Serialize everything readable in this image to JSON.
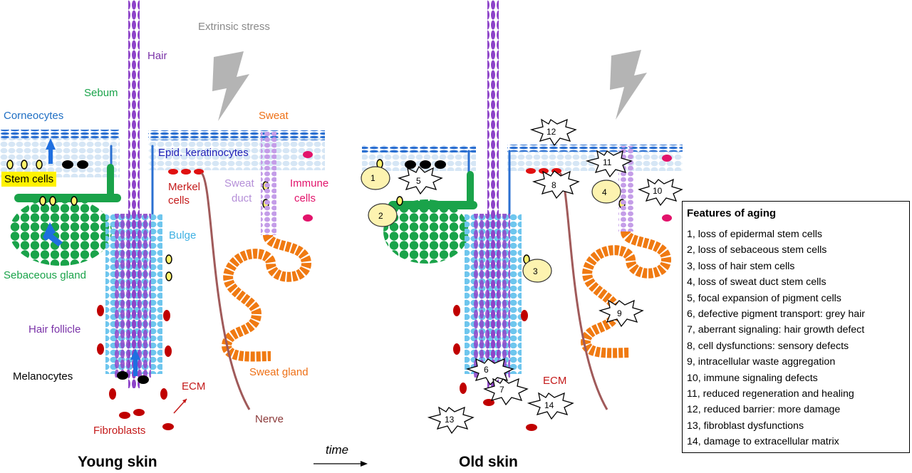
{
  "labels": {
    "hair": "Hair",
    "extrinsic_stress": "Extrinsic stress",
    "sebum": "Sebum",
    "corneocytes": "Corneocytes",
    "sweat": "Sweat",
    "stem_cells": "Stem cells",
    "epid_keratinocytes": "Epid. keratinocytes",
    "merkel": "Merkel",
    "merkel_cells": "cells",
    "sweat_duct_1": "Sweat",
    "sweat_duct_2": "duct",
    "immune_1": "Immune",
    "immune_2": "cells",
    "bulge": "Bulge",
    "sebaceous_gland": "Sebaceous gland",
    "hair_follicle": "Hair follicle",
    "melanocytes": "Melanocytes",
    "ecm": "ECM",
    "ecm_old": "ECM",
    "fibroblasts": "Fibroblasts",
    "sweat_gland": "Sweat gland",
    "nerve": "Nerve",
    "time": "time"
  },
  "captions": {
    "young": "Young skin",
    "old": "Old skin"
  },
  "markers": [
    "1",
    "2",
    "3",
    "4",
    "5",
    "6",
    "7",
    "8",
    "9",
    "10",
    "11",
    "12",
    "13",
    "14"
  ],
  "legend": {
    "title": "Features of aging",
    "items": [
      "1, loss of epidermal stem cells",
      "2, loss of sebaceous stem cells",
      "3, loss of hair stem cells",
      "4, loss of sweat duct stem cells",
      "5, focal expansion of pigment cells",
      "6, defective pigment transport: grey hair",
      "7, aberrant signaling: hair growth defect",
      "8, cell dysfunctions: sensory defects",
      "9, intracellular waste aggregation",
      "10, immune signaling defects",
      "11, reduced regeneration and healing",
      "12, reduced barrier: more damage",
      "13, fibroblast dysfunctions",
      "14, damage to extracellular matrix"
    ]
  },
  "colors": {
    "corneocyte": "#2a6fd1",
    "keratinocyte": "#d6e6f5",
    "hair": "#8e44c9",
    "follicle": "#6ec6ee",
    "sebaceous": "#1aa34a",
    "sweat_gland": "#f07a12",
    "sweat_duct": "#c49de8",
    "fibroblast": "#c00000",
    "immune": "#e2136b",
    "nerve": "#a05a5a",
    "stress": "#b4b4b4",
    "stem_cell": "#fff36b",
    "melanocyte": "#000000"
  }
}
